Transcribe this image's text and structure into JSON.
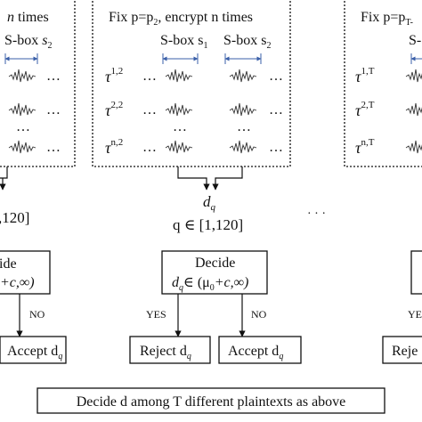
{
  "left_panel": {
    "header_tail": "n times",
    "header_var": "n",
    "sbox_label": "S-box",
    "sbox_sub": "s",
    "sbox_sub_idx": "2",
    "dots": "…",
    "vdots": "…",
    "range_text": ",120]",
    "decide_text": "ide",
    "cond_text": "+c,∞)",
    "no_label": "NO",
    "accept_text": "Accept d",
    "accept_sub": "q"
  },
  "middle_panel": {
    "header": "Fix p=p",
    "header_sub": "2",
    "header_tail": ", encrypt n times",
    "sbox1": "S-box s",
    "sbox1_sub": "1",
    "sbox2": "S-box s",
    "sbox2_sub": "2",
    "rows": [
      {
        "label": "τ",
        "sup": "1,2"
      },
      {
        "label": "τ",
        "sup": "2,2"
      },
      {
        "label": "τ",
        "sup": "n,2"
      }
    ],
    "dots": "…",
    "vdots": "…"
  },
  "middle_flow": {
    "dq": "d",
    "dq_sub": "q",
    "range": "q ∈ [1,120]",
    "ellipsis": "· · ·",
    "decide": "Decide",
    "cond": "d",
    "cond_sub": "q",
    "cond_tail": "∈ (μ",
    "cond_mu_sub": "0",
    "cond_end": "+c,∞)",
    "yes": "YES",
    "no": "NO",
    "reject": "Reject d",
    "reject_sub": "q",
    "accept": "Accept d",
    "accept_sub": "q"
  },
  "right_panel": {
    "header": "Fix p=p",
    "header_sub": "T-",
    "sbox": "S-",
    "rows": [
      {
        "label": "τ",
        "sup": "1,T"
      },
      {
        "label": "τ",
        "sup": "2,T"
      },
      {
        "label": "τ",
        "sup": "n,T"
      }
    ],
    "yes": "YE",
    "reject": "Reje"
  },
  "footer": {
    "text": "Decide d among T different plaintexts as above",
    "var": "d"
  }
}
